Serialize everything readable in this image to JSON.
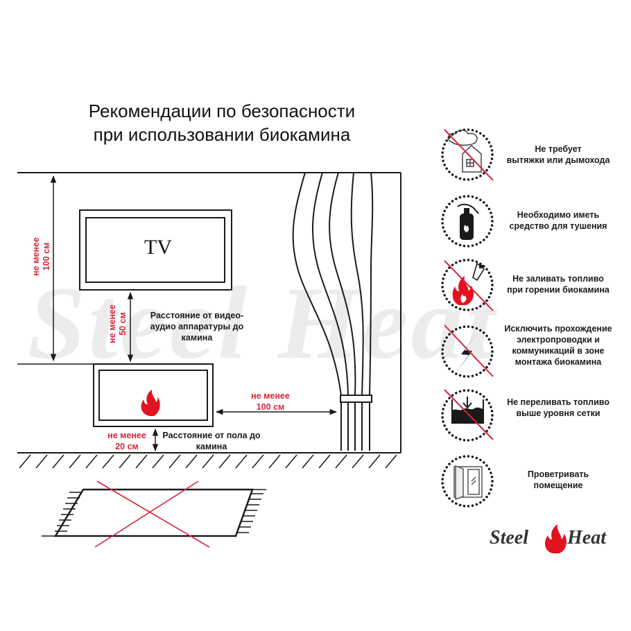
{
  "title": {
    "line1": "Рекомендации по безопасности",
    "line2": "при использовании биокамина"
  },
  "diagram": {
    "tv_label": "TV",
    "ceiling_distance": {
      "line1": "не менее",
      "line2": "100 см"
    },
    "tv_distance": {
      "line1": "не менее",
      "line2": "50 см"
    },
    "tv_note": {
      "line1": "Расстояние от видео-",
      "line2": "аудио аппаратуры до",
      "line3": "камина"
    },
    "curtain_distance": {
      "line1": "не менее",
      "line2": "100 см"
    },
    "floor_distance": {
      "line1": "не менее",
      "line2": "20 см"
    },
    "floor_note": {
      "line1": "Расстояние от пола до",
      "line2": "камина"
    },
    "fire_icon": "flame-icon",
    "carpet_icon": "crossed-carpet-icon"
  },
  "tips": [
    {
      "icon": "no-chimney-icon",
      "crossed": true,
      "line1": "Не требует",
      "line2": "вытяжки или дымохода"
    },
    {
      "icon": "fire-extinguisher-icon",
      "crossed": false,
      "line1": "Необходимо иметь",
      "line2": "средство для тушения"
    },
    {
      "icon": "no-refuel-while-burning-icon",
      "crossed": true,
      "line1": "Не заливать топливо",
      "line2": "при горении биокамина"
    },
    {
      "icon": "no-electric-wiring-icon",
      "crossed": true,
      "line1": "Исключить прохождение",
      "line2": "электропроводки и",
      "line3": "коммуникаций в зоне",
      "line4": "монтажа биокамина"
    },
    {
      "icon": "no-overfill-icon",
      "crossed": true,
      "line1": "Не переливать топливо",
      "line2": "выше уровня сетки"
    },
    {
      "icon": "open-window-icon",
      "crossed": false,
      "line1": "Проветривать",
      "line2": "помещение"
    }
  ],
  "brand": {
    "left": "Steel",
    "right": "Heat",
    "watermark": "Steel Heat"
  },
  "colors": {
    "accent_red": "#d7263a",
    "line": "#1a1a1a",
    "watermark": "#e6e6e6"
  }
}
